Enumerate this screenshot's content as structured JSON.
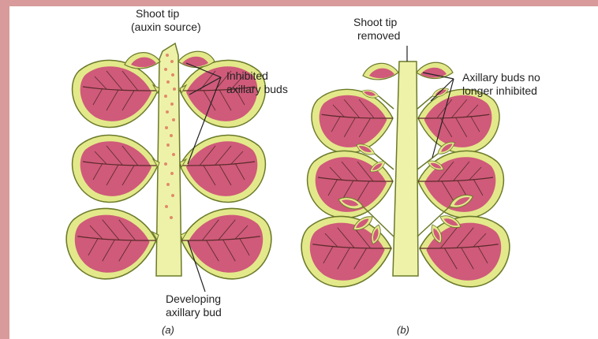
{
  "panel_a": {
    "shoot_tip_line1": "Shoot tip",
    "shoot_tip_line2": "(auxin source)",
    "inhibited_line1": "Inhibited",
    "inhibited_line2": "axillary buds",
    "developing_line1": "Developing",
    "developing_line2": "axillary bud",
    "caption": "(a)"
  },
  "panel_b": {
    "shoot_removed_line1": "Shoot tip",
    "shoot_removed_line2": "removed",
    "no_longer_line1": "Axillary buds no",
    "no_longer_line2": "longer inhibited",
    "caption": "(b)"
  },
  "colors": {
    "stem": "#eef2a8",
    "leaf_inner": "#cf5a7a",
    "leaf_rim": "#e3e98a",
    "auxin_dot": "#e08a6a",
    "frame_border": "#d89a9a"
  }
}
